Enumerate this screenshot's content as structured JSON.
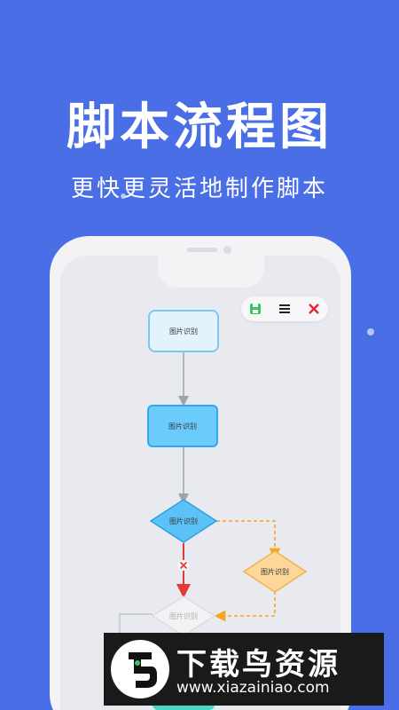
{
  "header": {
    "title": "脚本流程图",
    "subtitle": "更快更灵活地制作脚本"
  },
  "toolbar": {
    "save_icon": "save-icon",
    "menu_icon": "menu-icon",
    "close_icon": "close-icon",
    "colors": {
      "save": "#3cc55a",
      "close": "#e8262f"
    }
  },
  "flowchart": {
    "nodes": [
      {
        "label": "图片识别"
      },
      {
        "label": "图片识别"
      },
      {
        "label": "图片识别"
      },
      {
        "label": "图片识别"
      },
      {
        "label": "图片识别"
      }
    ]
  },
  "watermark": {
    "title": "下载鸟资源",
    "url": "www.xiazainiao.com"
  },
  "colors": {
    "background": "#4a6ee6",
    "decision_fill": "#5ac2f7",
    "branch_fill": "#fdd89a",
    "no_path": "#e53935",
    "alt_path": "#f5a623"
  }
}
